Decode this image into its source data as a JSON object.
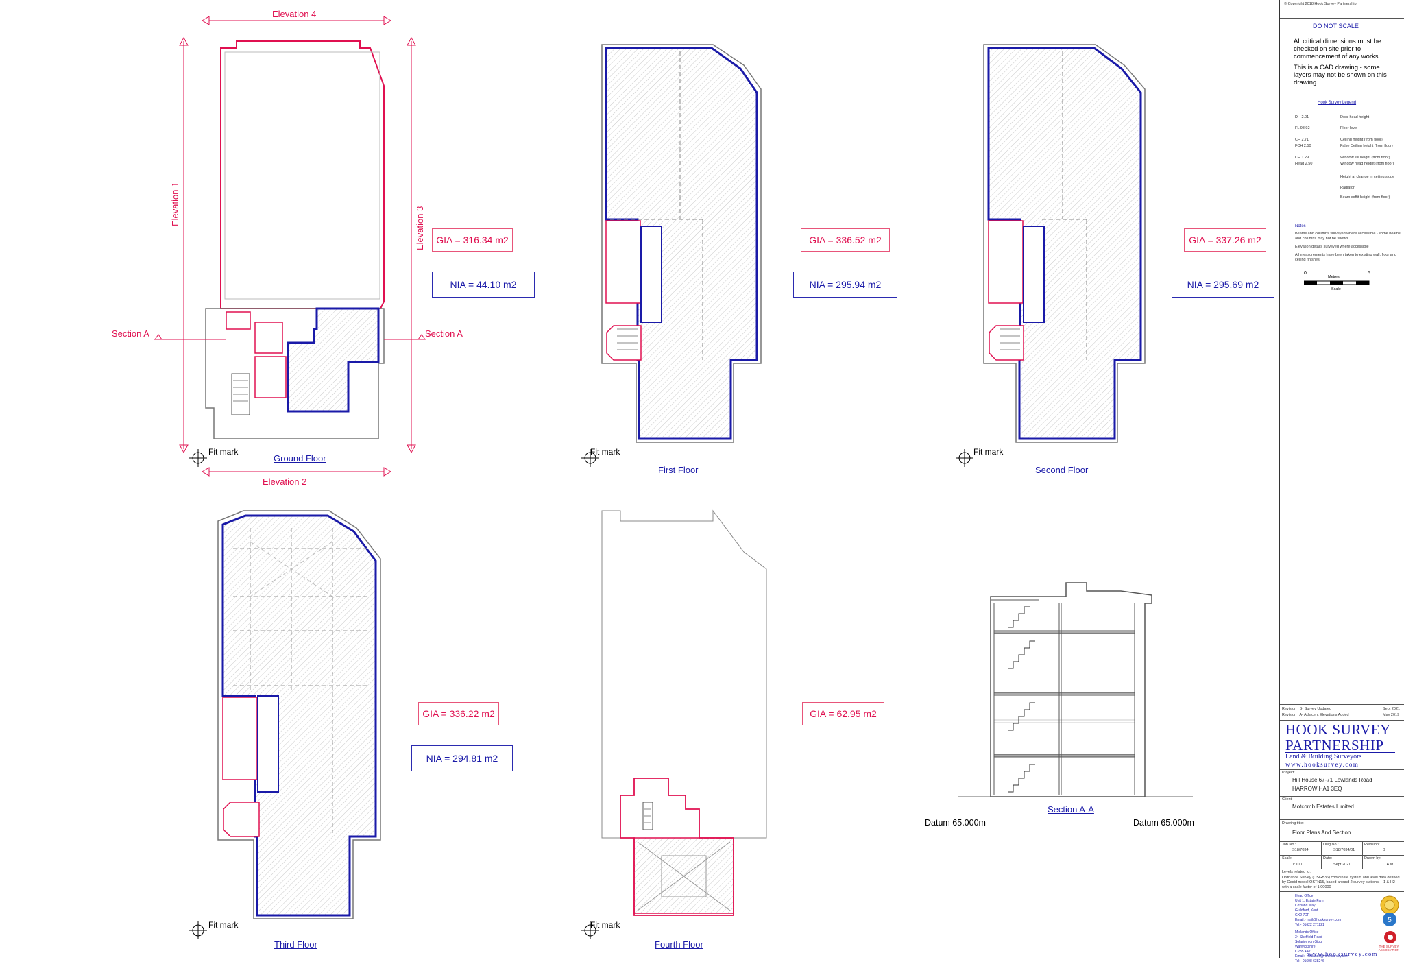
{
  "plans": {
    "ground": {
      "title": "Ground Floor",
      "gia": "GIA = 316.34 m2",
      "nia": "NIA = 44.10 m2",
      "fit": "Fit mark"
    },
    "first": {
      "title": "First Floor",
      "gia": "GIA = 336.52 m2",
      "nia": "NIA = 295.94 m2",
      "fit": "Fit mark"
    },
    "second": {
      "title": "Second Floor",
      "gia": "GIA = 337.26 m2",
      "nia": "NIA = 295.69 m2",
      "fit": "Fit mark"
    },
    "third": {
      "title": "Third Floor",
      "gia": "GIA = 336.22 m2",
      "nia": "NIA = 294.81 m2",
      "fit": "Fit mark"
    },
    "fourth": {
      "title": "Fourth Floor",
      "gia": "GIA = 62.95 m2",
      "fit": "Fit mark"
    },
    "section": {
      "title": "Section A-A",
      "datum_left": "Datum 65.000m",
      "datum_right": "Datum 65.000m"
    }
  },
  "elevations": {
    "e1": "Elevation 1",
    "e2": "Elevation 2",
    "e3": "Elevation 3",
    "e4": "Elevation 4",
    "section_left": "Section A",
    "section_right": "Section A"
  },
  "titleblock": {
    "copyright": "© Copyright 2018 Hook Survey Partnership",
    "do_not_scale": "DO NOT SCALE",
    "critical": "All critical dimensions must be checked on site prior to commencement of any works.",
    "cad": "This is a CAD drawing - some layers may not be shown on this drawing",
    "legend_title": "Hook Survey Legend",
    "legend": [
      {
        "k": "DH 2.01",
        "v": "Door head height"
      },
      {
        "k": "FL 98.92",
        "v": "Floor level"
      },
      {
        "k": "CH 2.71",
        "v": "Ceiling height (from floor)"
      },
      {
        "k": "FCH 2.50",
        "v": "False Ceiling height (from floor)"
      },
      {
        "k": "CH 1.29",
        "v": "Window sill height (from floor)"
      },
      {
        "k": "Head 2.50",
        "v": "Window head height (from floor)"
      },
      {
        "k": "",
        "v": "Height at change in ceiling slope"
      },
      {
        "k": "",
        "v": "Radiator"
      },
      {
        "k": "",
        "v": "Beam soffit height (from floor)"
      }
    ],
    "notes_title": "Notes",
    "notes": [
      "Beams and columns surveyed where accessible - some beams and columns may not be shown.",
      "Elevation details surveyed where accessible",
      "All measurements have been taken to existing wall, floor and ceiling finishes."
    ],
    "scale_bar": {
      "start": "0",
      "end": "5",
      "unit": "Metres",
      "label": "Scale"
    },
    "revisions": [
      {
        "text": "Revision : B- Survey Updated",
        "date": "Sept 2021"
      },
      {
        "text": "Revision : A- Adjacent Elevations Added",
        "date": "May 2019"
      }
    ],
    "brand_l1": "HOOK SURVEY",
    "brand_l2": "PARTNERSHIP",
    "brand_l3": "Land & Building Surveyors",
    "brand_url": "www.hooksurvey.com",
    "project_label": "Project:",
    "project_l1": "Hill House 67-71 Lowlands Road",
    "project_l2": "HARROW HA1 3EQ",
    "client_label": "Client:",
    "client": "Motcomb Estates Limited",
    "drawing_title_label": "Drawing title:",
    "drawing_title": "Floor Plans And Section",
    "job_label": "Job No.:",
    "job": "S18/7034",
    "dwg_label": "Dwg No.:",
    "dwg": "S18/7034/01",
    "rev_label": "Revision:",
    "rev": "B",
    "scale_label": "Scale:",
    "scale": "1:100",
    "date_label": "Date:",
    "date": "Sept 2021",
    "drawn_label": "Drawn by:",
    "drawn": "C.A.M.",
    "levels_label": "Levels related to:",
    "levels_text": "Ordnance Survey (OSGB36) coordinate system and level data defined by Geoid model OSTN15, based around 2 survey stations, H1 & H2 with a scale factor of 1.00000",
    "head_office": [
      "Head Office",
      "Unit 1, Estate Farm",
      "Coxland Way",
      "Guildford, Kent",
      "GX2 7DR",
      "Email:- mail@hooksurvey.com",
      "Tel:- 01622 271221"
    ],
    "midlands_office": [
      "Midlands Office",
      "34 Sheffield Road",
      "Solariom-on-Stour",
      "Warwickshire",
      "CV35 4AZ",
      "Email:- midlands@hooksurvey.com",
      "Tel:- 01608 638246"
    ],
    "footer_url": "www.hooksurvey.com",
    "the_survey_association": "THE SURVEY ASSOCIATION"
  }
}
